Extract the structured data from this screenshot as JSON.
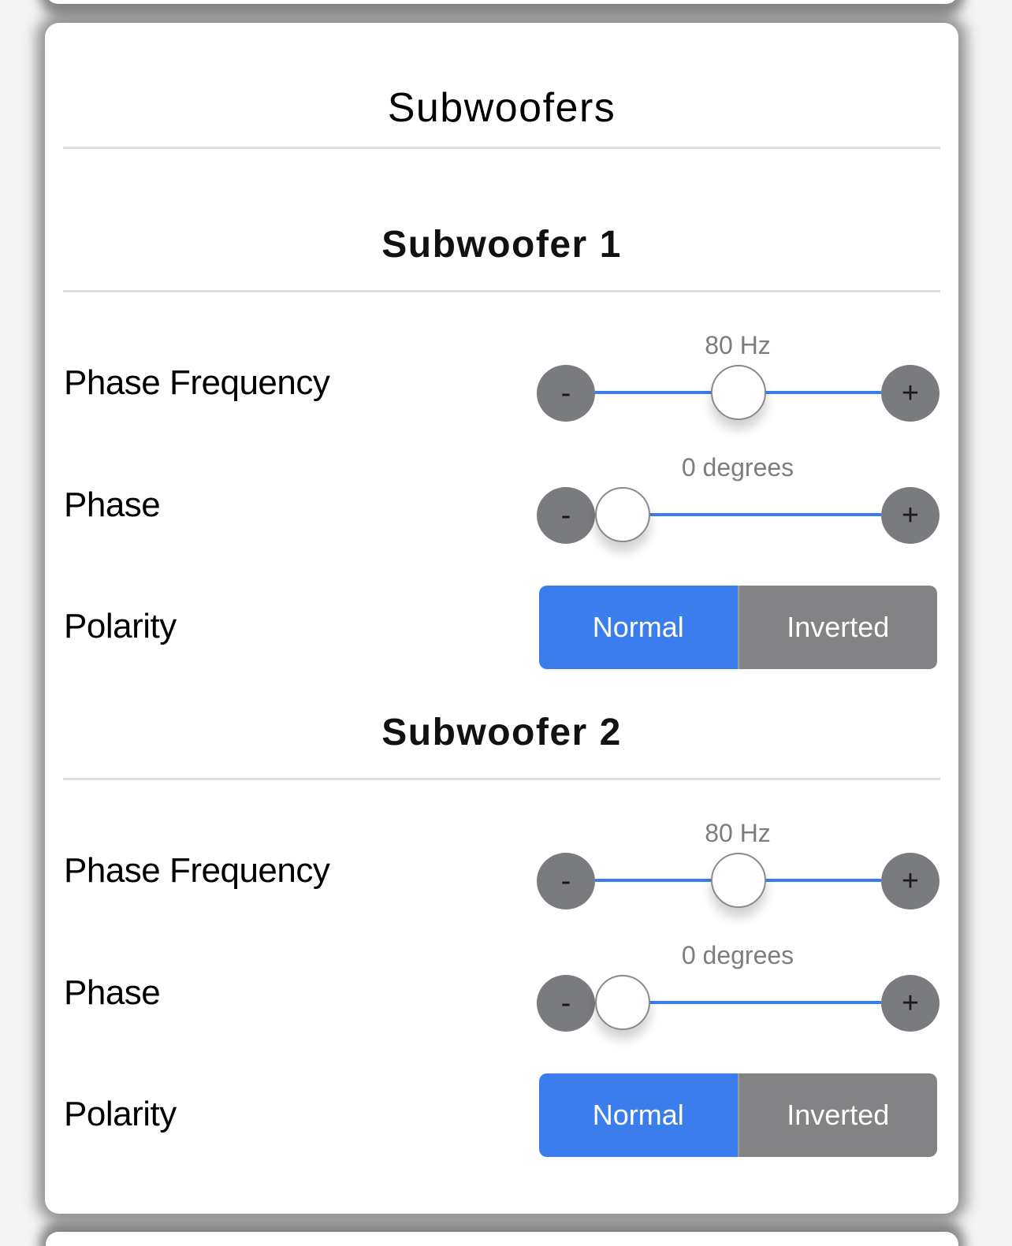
{
  "panel": {
    "title": "Subwoofers"
  },
  "subwoofers": [
    {
      "title": "Subwoofer 1",
      "phase_frequency": {
        "label": "Phase Frequency",
        "value_text": "80 Hz",
        "level": 0.5,
        "minus": "-",
        "plus": "+"
      },
      "phase": {
        "label": "Phase",
        "value_text": "0 degrees",
        "level": 0.0,
        "minus": "-",
        "plus": "+"
      },
      "polarity": {
        "label": "Polarity",
        "options": [
          "Normal",
          "Inverted"
        ],
        "selected": "Normal"
      }
    },
    {
      "title": "Subwoofer 2",
      "phase_frequency": {
        "label": "Phase Frequency",
        "value_text": "80 Hz",
        "level": 0.5,
        "minus": "-",
        "plus": "+"
      },
      "phase": {
        "label": "Phase",
        "value_text": "0 degrees",
        "level": 0.0,
        "minus": "-",
        "plus": "+"
      },
      "polarity": {
        "label": "Polarity",
        "options": [
          "Normal",
          "Inverted"
        ],
        "selected": "Normal"
      }
    }
  ],
  "colors": {
    "accent": "#3b7ded",
    "button_gray": "#7a7b7f",
    "segment_gray": "#838386",
    "value_text": "#7d7d7d"
  }
}
